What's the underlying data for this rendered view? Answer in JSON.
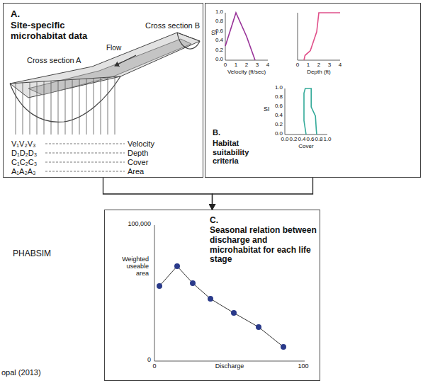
{
  "diagram": {
    "caption": "opal (2013)",
    "nodes": [
      {
        "text": [
          "A.",
          "Site-specific microhabitat data"
        ]
      },
      {
        "text": [
          "B.",
          "Habitat suitability criteria"
        ]
      },
      {
        "text": [
          "C.",
          "Seasonal relation between discharge and microhabitat for each life stage"
        ]
      }
    ],
    "edges": [
      {
        "from": 0,
        "to": 2,
        "arrow": "to"
      },
      {
        "from": 1,
        "to": 2,
        "arrow": "to"
      }
    ],
    "labels": [
      "Cross section B",
      "Flow",
      "Cross section A",
      "V₁V₂V₃",
      "Velocity",
      "D₁D₂D₃",
      "Depth",
      "C₁C₂C₃",
      "Cover",
      "A₁A₂A₃",
      "Area",
      "SI",
      "1.0",
      "0.8",
      "0.6",
      "0.4",
      "0.2",
      "0.0",
      "0",
      "1",
      "2",
      "3",
      "4",
      "Velocity (ft/sec)",
      "0",
      "1",
      "2",
      "3",
      "4",
      "Depth (ft)",
      "SI",
      "1.0",
      "0.8",
      "0.6",
      "0.4",
      "0.2",
      "0.0",
      "0.0",
      "0.2",
      "0.4",
      "0.6",
      "0.8",
      "1.0",
      "Cover",
      "100,000",
      "Weighted useable area",
      "0",
      "0",
      "Discharge",
      "100",
      "PHABSIM"
    ]
  }
}
